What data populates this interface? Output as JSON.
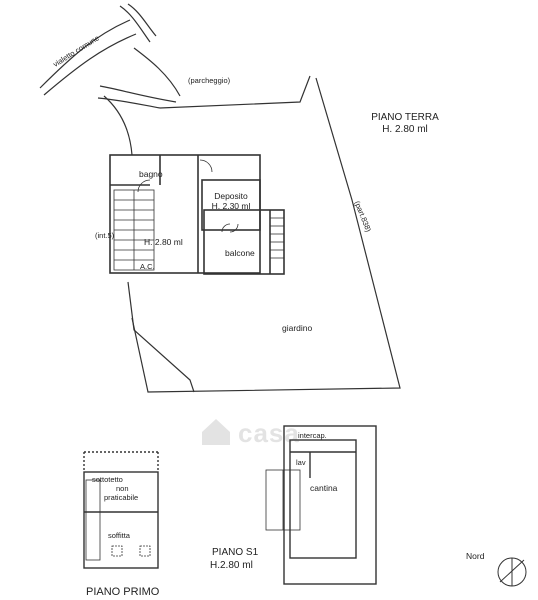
{
  "site": {
    "road_label": "vialetto comune",
    "parking_label": "(parcheggio)",
    "parcel_label": "(part.838)",
    "garden_label": "giardino",
    "interior_label": "(int.5)"
  },
  "ground_floor": {
    "title": "PIANO TERRA",
    "height": "H. 2.80 ml",
    "rooms": {
      "bagno": "bagno",
      "deposito": "Deposito",
      "deposito_height": "H. 2.30 ml",
      "main_height": "H. 2.80 ml",
      "balcone": "balcone",
      "ac": "A.C."
    }
  },
  "first_floor": {
    "title": "PIANO PRIMO",
    "rooms": {
      "sottotetto": "sottotetto",
      "non": "non",
      "praticabile": "praticabile",
      "soffitta": "soffitta"
    }
  },
  "basement": {
    "title": "PIANO S1",
    "height": "H.2.80 ml",
    "rooms": {
      "intercap": "intercap.",
      "lav": "lav",
      "cantina": "cantina"
    }
  },
  "north_label": "Nord",
  "watermark": {
    "text": "casa",
    "icon": "house-icon"
  },
  "colors": {
    "line": "#333333",
    "paper": "#ffffff",
    "watermark": "#555555"
  }
}
